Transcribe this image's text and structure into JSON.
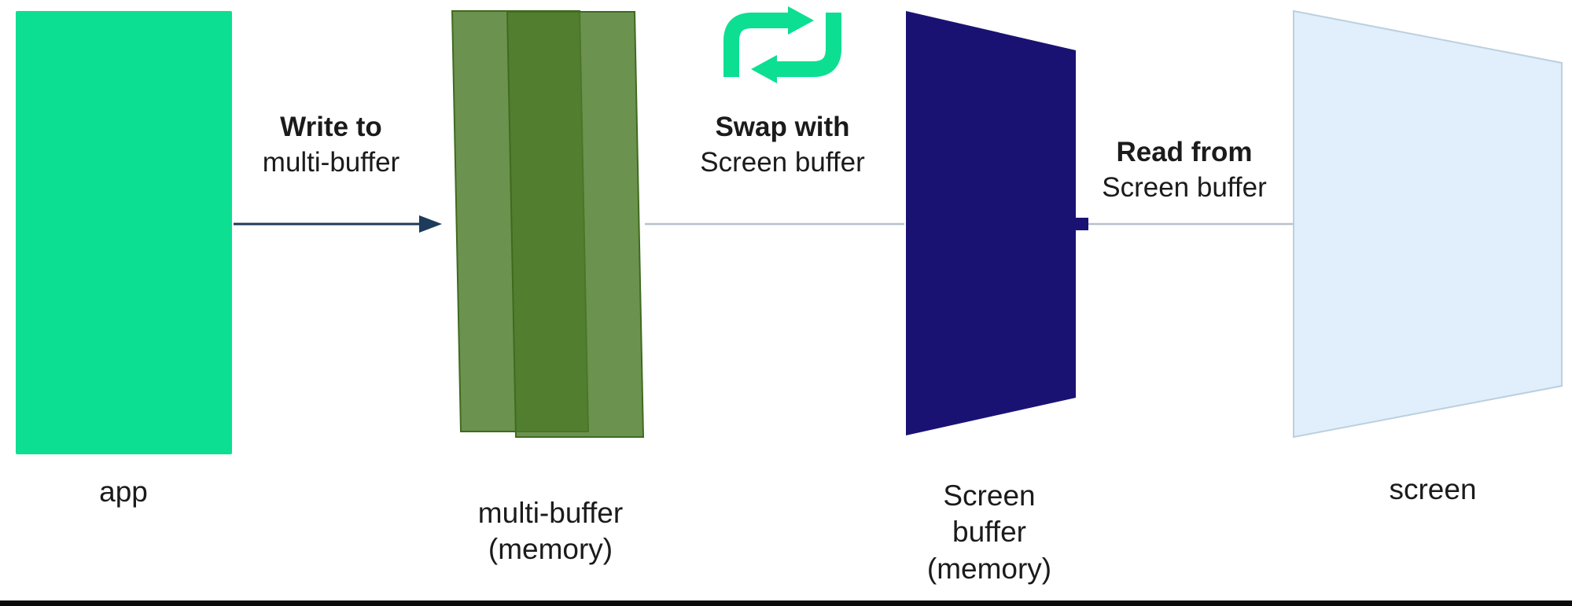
{
  "nodes": {
    "app": {
      "label": "app"
    },
    "multi_buffer": {
      "line1": "multi-buffer",
      "line2": "(memory)"
    },
    "screen_buffer": {
      "line1": "Screen",
      "line2": "buffer",
      "line3": "(memory)"
    },
    "screen": {
      "label": "screen"
    }
  },
  "annotations": {
    "write": {
      "bold": "Write to",
      "text": "multi-buffer"
    },
    "swap": {
      "bold": "Swap with",
      "text": "Screen buffer"
    },
    "read": {
      "bold": "Read from",
      "text": "Screen buffer"
    }
  },
  "icons": {
    "swap": "cycle-arrows-icon"
  },
  "colors": {
    "app_fill": "#0CDF92",
    "multi_buffer_fill": "#4C7A28",
    "multi_buffer_stroke": "#3F6B1F",
    "screen_buffer_fill": "#1A1273",
    "screen_fill": "#E0EFFB",
    "screen_stroke": "#BCCFDF",
    "swap_icon": "#0CDF92",
    "arrow": "#1D3B5A",
    "connector_line": "#B7C1CB",
    "connector_square": "#1A1273",
    "text": "#1B1B1B"
  }
}
